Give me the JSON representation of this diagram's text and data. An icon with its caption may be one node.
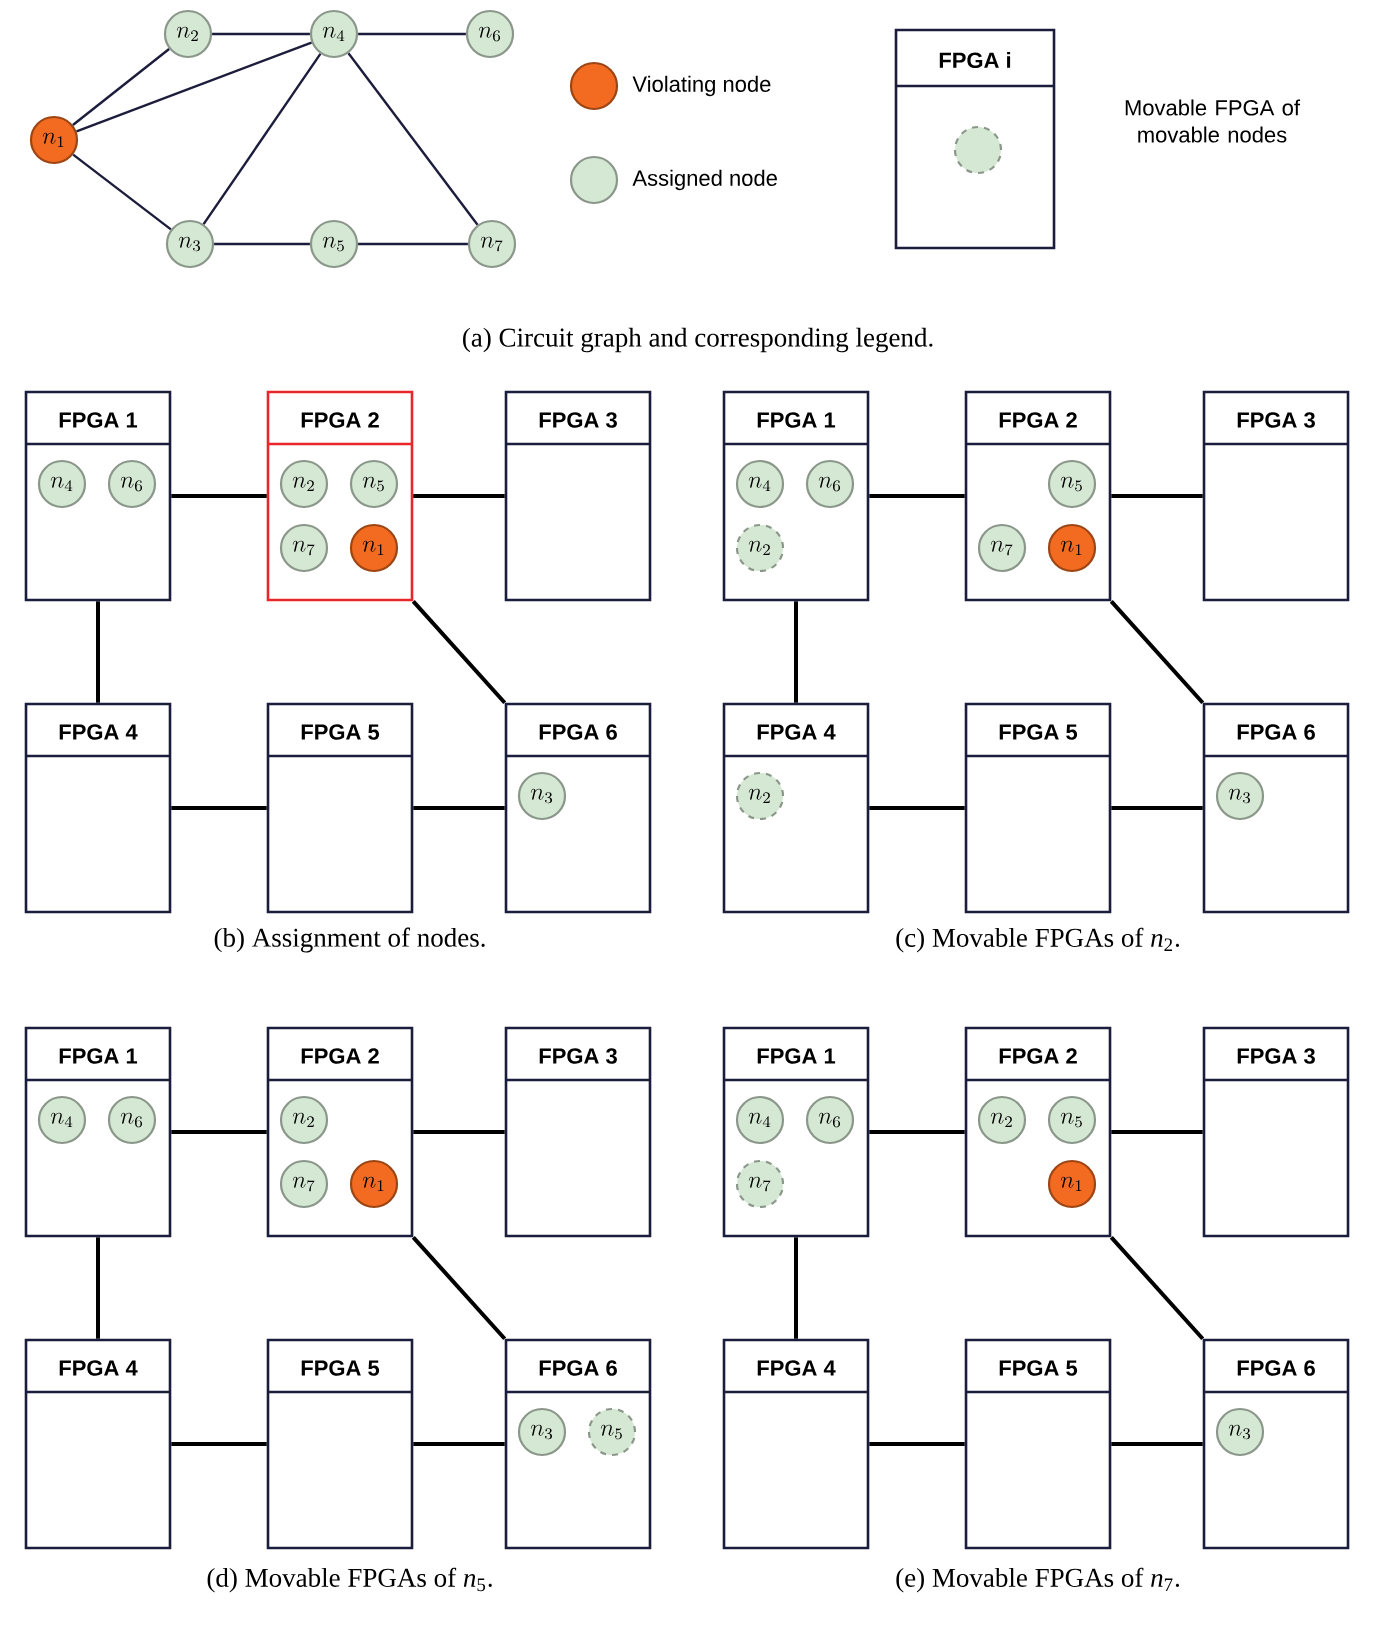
{
  "diagram": {
    "nodes": [
      {
        "text": [
          "n_1"
        ]
      },
      {
        "text": [
          "n_2"
        ]
      },
      {
        "text": [
          "n_3"
        ]
      },
      {
        "text": [
          "n_4"
        ]
      },
      {
        "text": [
          "n_5"
        ]
      },
      {
        "text": [
          "n_6"
        ]
      },
      {
        "text": [
          "n_7"
        ]
      },
      {
        "text": [
          "FPGA i"
        ],
        "beside": [
          "Movable FPGA of movable nodes"
        ]
      },
      {
        "text": [],
        "shape": "circle",
        "in": 7
      },
      {
        "text": [
          "FPGA 1"
        ]
      },
      {
        "text": [
          "n_4"
        ],
        "in": 9
      },
      {
        "text": [
          "n_6"
        ],
        "in": 9
      },
      {
        "text": [
          "FPGA 2"
        ]
      },
      {
        "text": [
          "n_2"
        ],
        "in": 12
      },
      {
        "text": [
          "n_5"
        ],
        "in": 12
      },
      {
        "text": [
          "n_7"
        ],
        "in": 12
      },
      {
        "text": [
          "n_1"
        ],
        "in": 12
      },
      {
        "text": [
          "FPGA 3"
        ]
      },
      {
        "text": [
          "FPGA 4"
        ]
      },
      {
        "text": [
          "FPGA 5"
        ]
      },
      {
        "text": [
          "FPGA 6"
        ]
      },
      {
        "text": [
          "n_3"
        ],
        "in": 20
      },
      {
        "text": [
          "FPGA 1"
        ]
      },
      {
        "text": [
          "n_4"
        ],
        "in": 22
      },
      {
        "text": [
          "n_6"
        ],
        "in": 22
      },
      {
        "text": [
          "n_2"
        ],
        "in": 22
      },
      {
        "text": [
          "FPGA 2"
        ]
      },
      {
        "text": [
          "n_5"
        ],
        "in": 26
      },
      {
        "text": [
          "n_7"
        ],
        "in": 26
      },
      {
        "text": [
          "n_1"
        ],
        "in": 26
      },
      {
        "text": [
          "FPGA 3"
        ]
      },
      {
        "text": [
          "FPGA 4"
        ]
      },
      {
        "text": [
          "n_2"
        ],
        "in": 31
      },
      {
        "text": [
          "FPGA 5"
        ]
      },
      {
        "text": [
          "FPGA 6"
        ]
      },
      {
        "text": [
          "n_3"
        ],
        "in": 34
      },
      {
        "text": [
          "FPGA 1"
        ]
      },
      {
        "text": [
          "n_4"
        ],
        "in": 36
      },
      {
        "text": [
          "n_6"
        ],
        "in": 36
      },
      {
        "text": [
          "FPGA 2"
        ]
      },
      {
        "text": [
          "n_2"
        ],
        "in": 39
      },
      {
        "text": [
          "n_7"
        ],
        "in": 39
      },
      {
        "text": [
          "n_1"
        ],
        "in": 39
      },
      {
        "text": [
          "FPGA 3"
        ]
      },
      {
        "text": [
          "FPGA 4"
        ]
      },
      {
        "text": [
          "FPGA 5"
        ]
      },
      {
        "text": [
          "FPGA 6"
        ]
      },
      {
        "text": [
          "n_3"
        ],
        "in": 46
      },
      {
        "text": [
          "n_5"
        ],
        "in": 46
      },
      {
        "text": [
          "FPGA 1"
        ]
      },
      {
        "text": [
          "n_4"
        ],
        "in": 49
      },
      {
        "text": [
          "n_6"
        ],
        "in": 49
      },
      {
        "text": [
          "n_7"
        ],
        "in": 49
      },
      {
        "text": [
          "FPGA 2"
        ]
      },
      {
        "text": [
          "n_2"
        ],
        "in": 53
      },
      {
        "text": [
          "n_5"
        ],
        "in": 53
      },
      {
        "text": [
          "n_1"
        ],
        "in": 53
      },
      {
        "text": [
          "FPGA 3"
        ]
      },
      {
        "text": [
          "FPGA 4"
        ]
      },
      {
        "text": [
          "FPGA 5"
        ]
      },
      {
        "text": [
          "FPGA 6"
        ]
      },
      {
        "text": [
          "n_3"
        ],
        "in": 60
      }
    ],
    "edges": [
      {
        "from": 0,
        "to": 1,
        "arrow": "none",
        "color": "#1c1c3c"
      },
      {
        "from": 0,
        "to": 3,
        "arrow": "none",
        "color": "#1c1c3c"
      },
      {
        "from": 0,
        "to": 2,
        "arrow": "none",
        "color": "#1c1c3c"
      },
      {
        "from": 1,
        "to": 3,
        "arrow": "none",
        "color": "#1c1c3c"
      },
      {
        "from": 3,
        "to": 5,
        "arrow": "none",
        "color": "#1c1c3c"
      },
      {
        "from": 3,
        "to": 2,
        "arrow": "none",
        "color": "#1c1c3c"
      },
      {
        "from": 3,
        "to": 6,
        "arrow": "none",
        "color": "#1c1c3c"
      },
      {
        "from": 2,
        "to": 4,
        "arrow": "none",
        "color": "#1c1c3c"
      },
      {
        "from": 4,
        "to": 6,
        "arrow": "none",
        "color": "#1c1c3c"
      },
      {
        "from": 9,
        "to": 12,
        "arrow": "none"
      },
      {
        "from": 12,
        "to": 17,
        "arrow": "none"
      },
      {
        "from": 9,
        "to": 18,
        "arrow": "none"
      },
      {
        "from": 12,
        "to": 20,
        "arrow": "none"
      },
      {
        "from": 18,
        "to": 19,
        "arrow": "none"
      },
      {
        "from": 19,
        "to": 20,
        "arrow": "none"
      },
      {
        "from": 22,
        "to": 26,
        "arrow": "none"
      },
      {
        "from": 26,
        "to": 30,
        "arrow": "none"
      },
      {
        "from": 22,
        "to": 31,
        "arrow": "none"
      },
      {
        "from": 26,
        "to": 34,
        "arrow": "none"
      },
      {
        "from": 31,
        "to": 33,
        "arrow": "none"
      },
      {
        "from": 33,
        "to": 34,
        "arrow": "none"
      },
      {
        "from": 36,
        "to": 39,
        "arrow": "none"
      },
      {
        "from": 39,
        "to": 43,
        "arrow": "none"
      },
      {
        "from": 36,
        "to": 44,
        "arrow": "none"
      },
      {
        "from": 39,
        "to": 46,
        "arrow": "none"
      },
      {
        "from": 44,
        "to": 45,
        "arrow": "none"
      },
      {
        "from": 45,
        "to": 46,
        "arrow": "none"
      },
      {
        "from": 49,
        "to": 53,
        "arrow": "none"
      },
      {
        "from": 53,
        "to": 57,
        "arrow": "none"
      },
      {
        "from": 49,
        "to": 58,
        "arrow": "none"
      },
      {
        "from": 53,
        "to": 60,
        "arrow": "none"
      },
      {
        "from": 58,
        "to": 59,
        "arrow": "none"
      },
      {
        "from": 59,
        "to": 60,
        "arrow": "none"
      }
    ],
    "labels": [
      "(a) Circuit graph and corresponding legend.",
      "(b) Assignment of nodes.",
      "(c) Movable FPGAs of *n*$_{2}$.",
      "(d) Movable FPGAs of *n*$_{5}$.",
      "(e) Movable FPGAs of *n*$_{7}$."
    ],
    "legend": [
      {
        "text": "Violating node",
        "color": "#f26b21"
      },
      {
        "text": "Assigned node",
        "color": "#d5e8d4"
      }
    ]
  }
}
